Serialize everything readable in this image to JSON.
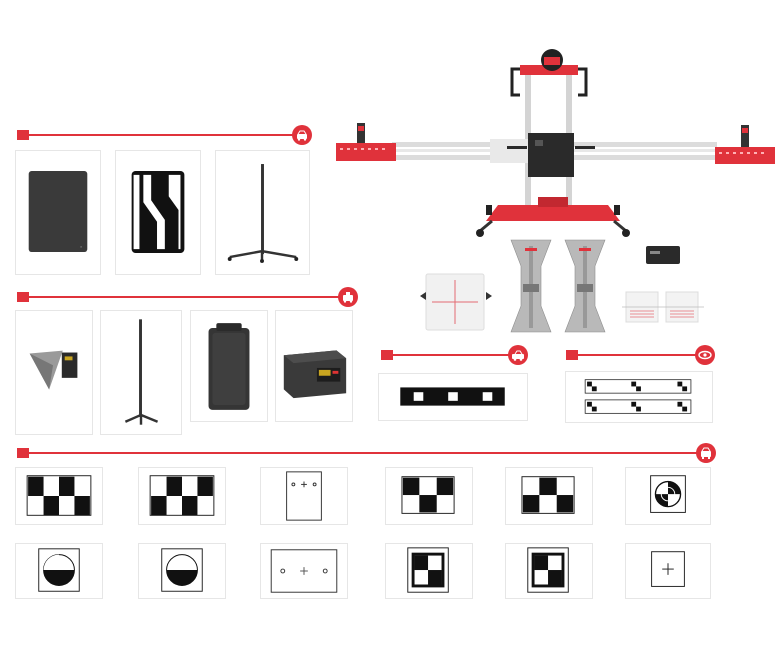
{
  "colors": {
    "accent": "#e0323b",
    "border": "#e6e6e6",
    "rail": "#d9d9d9",
    "dark": "#2b2b2b"
  },
  "sections": [
    {
      "id": "radar-calibration",
      "icon": "car-radar-icon"
    },
    {
      "id": "camera-calibration",
      "icon": "car-camera-icon"
    },
    {
      "id": "lane-camera-calibration",
      "icon": "car-side-icon"
    },
    {
      "id": "side-camera-calibration",
      "icon": "car-eye-icon"
    },
    {
      "id": "adas-target-boards",
      "icon": "car-front-icon"
    }
  ],
  "equipment": {
    "main_frame": "adas-calibration-frame",
    "reflector": "reflector-plate",
    "wheel_clamps": "wheel-clamp-pair",
    "wheel_targets": "wheel-targets",
    "control_box": "control-box"
  }
}
